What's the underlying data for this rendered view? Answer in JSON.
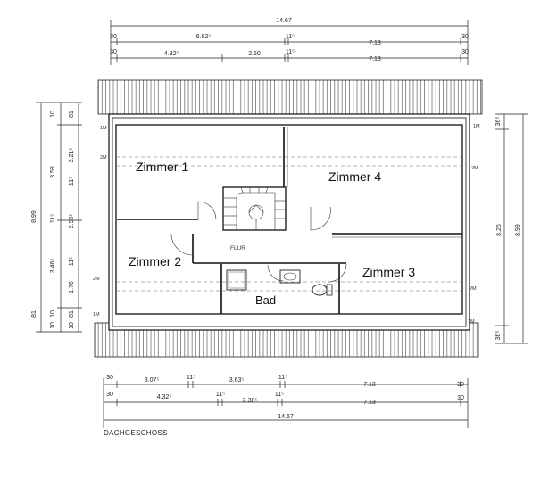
{
  "caption": "DACHGESCHOSS",
  "rooms": {
    "zimmer1": "Zimmer 1",
    "zimmer2": "Zimmer 2",
    "zimmer3": "Zimmer 3",
    "zimmer4": "Zimmer 4",
    "bad": "Bad",
    "flur": "FLUR"
  },
  "dims_top": {
    "total": "14.67",
    "r1": [
      "30",
      "6.82⁵",
      "11⁵",
      "7.13",
      "30"
    ],
    "r2": [
      "30",
      "4.32⁵",
      "2.50",
      "11⁵",
      "7.13",
      "30"
    ]
  },
  "dims_bottom": {
    "r1": [
      "30",
      "3.07⁵",
      "11⁵",
      "3.63⁵",
      "11⁵",
      "7.13",
      "30"
    ],
    "r2": [
      "30",
      "4.32⁵",
      "11⁵",
      "2.38⁵",
      "11⁵",
      "7.13",
      "30"
    ],
    "total": "14.67"
  },
  "dims_left": {
    "outer": [
      "8.99",
      "81"
    ],
    "mid": [
      "10",
      "3.59",
      "11⁵",
      "3.46⁵",
      "10"
    ],
    "inner": [
      "81",
      "2.21⁵",
      "11⁵",
      "2.96⁵",
      "11⁵",
      "1.76",
      "81"
    ],
    "inner_sub": [
      "10",
      "10"
    ]
  },
  "dims_right": [
    "36⁵",
    "8.26",
    "8.99",
    "36⁵"
  ],
  "height_marks": [
    "1M",
    "2M",
    "2M",
    "1M",
    "1M",
    "2M",
    "2M",
    "1M"
  ]
}
